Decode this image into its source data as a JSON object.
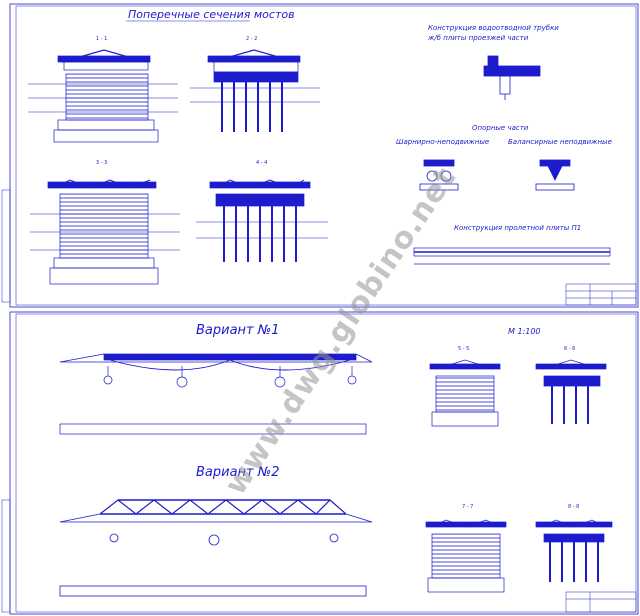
{
  "sheet1": {
    "title": "Поперечные сечения мостов",
    "drainage_title_line1": "Конструкция водоотводной трубки",
    "drainage_title_line2": "ж/б плиты проезжей части",
    "bearings_title": "Опорные части",
    "bearing_fixed": "Шарнирно-неподвижные",
    "bearing_movable": "Балансирные неподвижные",
    "slab_title": "Конструкция пролетной плиты П1",
    "section_labels": [
      "1 - 1",
      "2 - 2",
      "3 - 3",
      "4 - 4"
    ]
  },
  "sheet2": {
    "variant1_title": "Вариант №1",
    "variant2_title": "Вариант №2",
    "scale_label": "М 1:100",
    "section_labels": [
      "5 - 5",
      "6 - 6",
      "7 - 7",
      "8 - 8"
    ]
  },
  "watermark": "www.dwg.globino.net",
  "colors": {
    "line": "#1c1ccc",
    "background": "#ffffff",
    "watermark": "#969696"
  }
}
